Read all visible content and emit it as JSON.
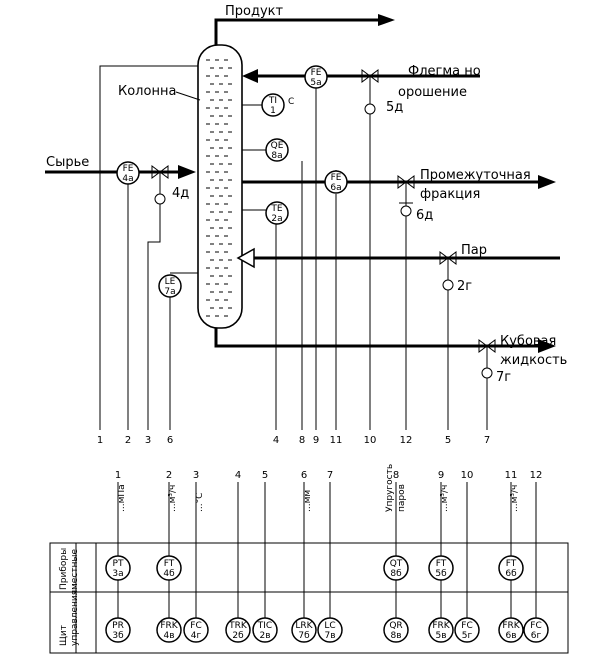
{
  "labels": {
    "product": "Продукт",
    "column": "Колонна",
    "reflux_line1": "Флегма но",
    "reflux_line2": "орошение",
    "feed": "Сырье",
    "intermediate_line1": "Промежуточная",
    "intermediate_line2": "фракция",
    "steam": "Пар",
    "bottoms_line1": "Кубовая",
    "bottoms_line2": "жидкость",
    "tc_suffix": "С"
  },
  "instruments": [
    {
      "id": "fe4a",
      "tag": "FE",
      "num": "4а"
    },
    {
      "id": "fe5a",
      "tag": "FE",
      "num": "5а"
    },
    {
      "id": "ti1",
      "tag": "TI",
      "num": "1"
    },
    {
      "id": "qe8a",
      "tag": "QE",
      "num": "8а"
    },
    {
      "id": "fe6a",
      "tag": "FE",
      "num": "6а"
    },
    {
      "id": "te2a",
      "tag": "TE",
      "num": "2а"
    },
    {
      "id": "le7a",
      "tag": "LE",
      "num": "7а"
    }
  ],
  "valves": [
    {
      "id": "v4d",
      "label": "4д"
    },
    {
      "id": "v5d",
      "label": "5д"
    },
    {
      "id": "v6d",
      "label": "6д"
    },
    {
      "id": "v2g",
      "label": "2г"
    },
    {
      "id": "v7g",
      "label": "7г"
    }
  ],
  "top_numbers": [
    "1",
    "2",
    "3",
    "6",
    "4",
    "8",
    "9",
    "11",
    "10",
    "12",
    "5",
    "7"
  ],
  "bottom_numbers": [
    "1",
    "2",
    "3",
    "4",
    "5",
    "6",
    "7",
    "8",
    "9",
    "10",
    "11",
    "12"
  ],
  "vertical_labels": [
    {
      "id": "v1",
      "text": "...мПа"
    },
    {
      "id": "v2",
      "text": "...м³/ч"
    },
    {
      "id": "v3",
      "text": "...°С"
    },
    {
      "id": "v6",
      "text": "...мм"
    },
    {
      "id": "v8a",
      "text": "Упругость"
    },
    {
      "id": "v8b",
      "text": "паров"
    },
    {
      "id": "v9",
      "text": "...м³/ч"
    },
    {
      "id": "v11",
      "text": "...м³/ч"
    }
  ],
  "panel": {
    "row1_line1": "Приборы",
    "row1_line2": "местные",
    "row2_line1": "Щит",
    "row2_line2": "управления"
  },
  "local_instruments": [
    {
      "id": "pt3a",
      "tag": "PT",
      "num": "3а"
    },
    {
      "id": "ft4b",
      "tag": "FT",
      "num": "4б"
    },
    {
      "id": "qt8b",
      "tag": "QT",
      "num": "8б"
    },
    {
      "id": "ft5b",
      "tag": "FT",
      "num": "5б"
    },
    {
      "id": "ft6b",
      "tag": "FT",
      "num": "6б"
    }
  ],
  "board_instruments": [
    {
      "id": "pr3b",
      "tag": "PR",
      "num": "3б"
    },
    {
      "id": "frk4v",
      "tag": "FRK",
      "num": "4в"
    },
    {
      "id": "fc4g",
      "tag": "FC",
      "num": "4г"
    },
    {
      "id": "trk2b",
      "tag": "TRK",
      "num": "2б"
    },
    {
      "id": "tic2v",
      "tag": "TIC",
      "num": "2в"
    },
    {
      "id": "lrk7b",
      "tag": "LRK",
      "num": "7б"
    },
    {
      "id": "lc7v",
      "tag": "LC",
      "num": "7в"
    },
    {
      "id": "qr8v",
      "tag": "QR",
      "num": "8в"
    },
    {
      "id": "frk5v",
      "tag": "FRK",
      "num": "5в"
    },
    {
      "id": "fc5g",
      "tag": "FC",
      "num": "5г"
    },
    {
      "id": "frk6v",
      "tag": "FRK",
      "num": "6в"
    },
    {
      "id": "fc6g",
      "tag": "FC",
      "num": "6г"
    }
  ]
}
